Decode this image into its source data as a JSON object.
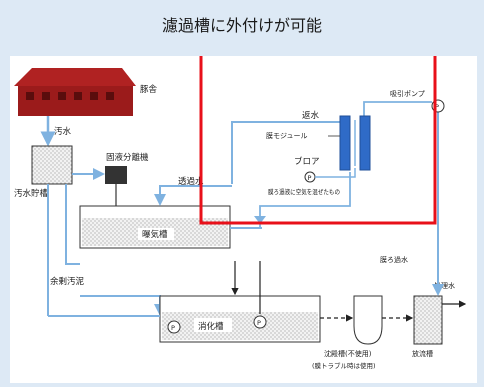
{
  "caption": "濾過槽に外付けが可能",
  "colors": {
    "page_background": "#dde9f5",
    "pipe_blue": "#7fb2e0",
    "highlight_red": "#e8101a",
    "barn_red": "#9b1b1b",
    "membrane_blue": "#2f6bc7"
  },
  "labels": {
    "barn": "豚舎",
    "sewage": "汚水",
    "sewage_tank": "汚水貯槽",
    "solid_separator": "固液分離機",
    "permeate_water": "透過水",
    "aeration_tank": "曝気槽",
    "excess_sludge": "余剰汚泥",
    "digestion_tank": "消化槽",
    "settling_tank": "沈殿槽(不使用)",
    "settling_tank_note": "(膜トラブル時は使用)",
    "discharge_tank": "放流槽",
    "treated_water": "処理水",
    "membrane_permeate": "膜ろ過水",
    "suction_pump": "吸引ポンプ",
    "membrane_module": "膜モジュール",
    "blower": "ブロア",
    "return_water": "返水",
    "note": "膜ろ過液に空気を混ぜたもの",
    "pump_mark": "P"
  }
}
